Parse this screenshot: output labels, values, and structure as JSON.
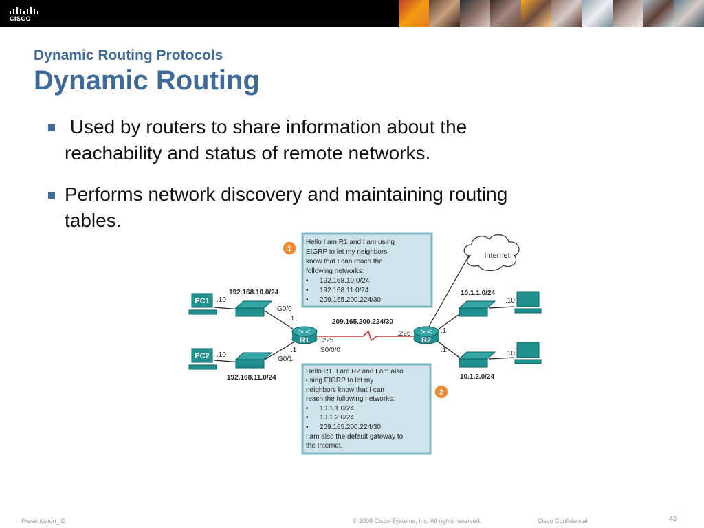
{
  "header": {
    "logo_text": "CISCO",
    "subtitle": "Dynamic Routing Protocols",
    "title": "Dynamic Routing"
  },
  "bullets": [
    {
      "line1": " Used by routers to share information about the",
      "line2": "reachability and status of remote networks."
    },
    {
      "line1": "Performs network discovery and maintaining routing",
      "line2": "tables."
    }
  ],
  "diagram": {
    "callout1": {
      "badge": "1",
      "lines": [
        "Hello I am R1 and I am using",
        "EIGRP to let my neighbors",
        "know that I can reach the",
        "following networks:"
      ],
      "nets": [
        "192.168.10.0/24",
        "192.168.11.0/24",
        "209.165.200.224/30"
      ]
    },
    "callout2": {
      "badge": "2",
      "lines": [
        "Hello R1, I am R2 and I am also",
        "using EIGRP to let my",
        "neighbors know that I can",
        "reach the following networks:"
      ],
      "nets": [
        "10.1.1.0/24",
        "10.1.2.0/24",
        "209.165.200.224/30"
      ],
      "tail": [
        "I am also the default gateway to",
        "the Internet."
      ]
    },
    "internet_label": "Internet",
    "pc1": "PC1",
    "pc2": "PC2",
    "r1": "R1",
    "r2": "R2",
    "net_left_top": "192.168.10.0/24",
    "net_left_bottom": "192.168.11.0/24",
    "net_right_top": "10.1.1.0/24",
    "net_right_bottom": "10.1.2.0/24",
    "serial_net": "209.165.200.224/30",
    "pc1_host": ".10",
    "pc2_host": ".10",
    "right_top_host": ".10",
    "right_bottom_host": ".10",
    "r1_g00": "G0/0",
    "r1_g00_ip": ".1",
    "r1_g01": "G0/1",
    "r1_g01_ip": ".1",
    "r1_s000_ip": ".225",
    "r1_s000": "S0/0/0",
    "r2_serial_ip": ".226",
    "r2_top_ip": ".1",
    "r2_bottom_ip": ".1",
    "bullet_symbol": "•"
  },
  "footer": {
    "presentation_id": "Presentation_ID",
    "copyright": "© 2008 Cisco Systems, Inc. All rights reserved.",
    "confidential": "Cisco Confidential",
    "page": "48"
  },
  "colors": {
    "accent": "#3f6a9c",
    "callout_fill": "#cfe4ea",
    "callout_border": "#7fb7c4",
    "badge": "#f08a33",
    "serial_link": "#d23030",
    "device_teal": "#1f8f8f"
  }
}
